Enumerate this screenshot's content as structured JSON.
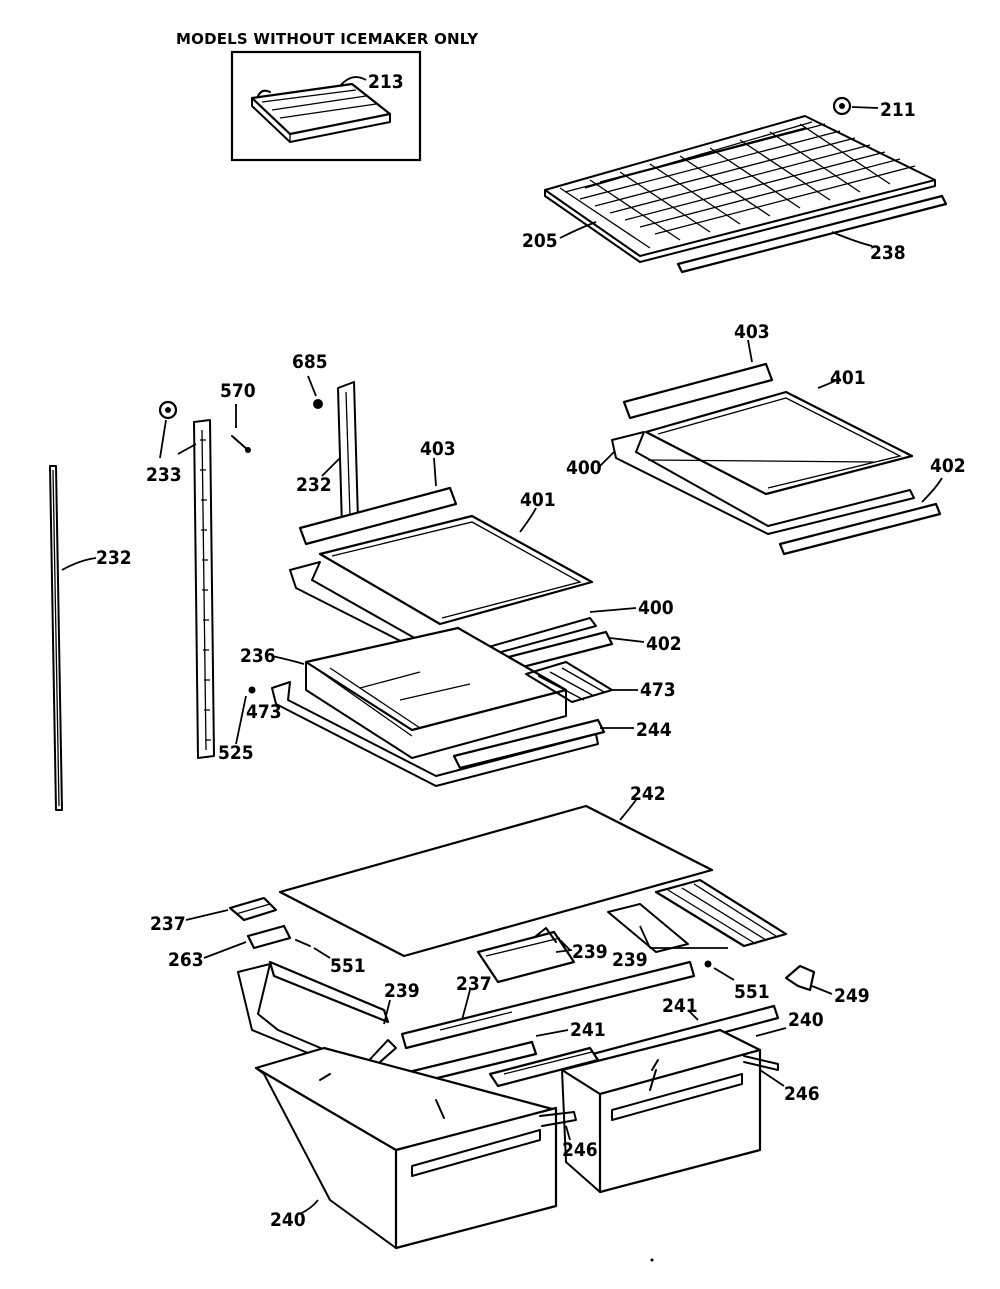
{
  "header": {
    "title": "MODELS WITHOUT ICEMAKER ONLY"
  },
  "parts": {
    "p213": "213",
    "p211": "211",
    "p205": "205",
    "p238": "238",
    "p685": "685",
    "p570": "570",
    "p233": "233",
    "p232_upper": "232",
    "p232_left": "232",
    "p403_mid": "403",
    "p401_mid": "401",
    "p400_mid": "400",
    "p402_mid": "402",
    "p403_right": "403",
    "p401_right": "401",
    "p400_right": "400",
    "p402_right": "402",
    "p236": "236",
    "p473_right": "473",
    "p473_left": "473",
    "p244": "244",
    "p525": "525",
    "p242": "242",
    "p237_left": "237",
    "p263": "263",
    "p551_left": "551",
    "p239_mid": "239",
    "p239_right": "239",
    "p239_left": "239",
    "p237_mid": "237",
    "p551_right": "551",
    "p249": "249",
    "p241_mid": "241",
    "p241_right": "241",
    "p240_right": "240",
    "p246_right": "246",
    "p246_mid": "246",
    "p240_left": "240"
  }
}
